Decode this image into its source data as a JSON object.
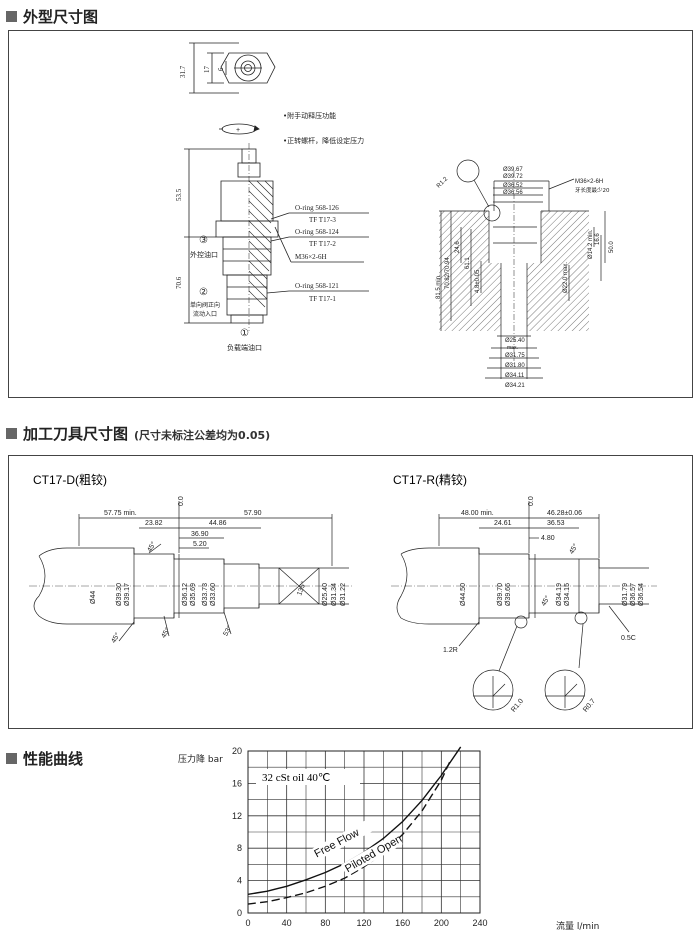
{
  "sections": {
    "s1": {
      "title": "外型尺寸图"
    },
    "s2": {
      "title": "加工刀具尺寸图",
      "note": "(尺寸未标注公差均为0.05)"
    },
    "s3": {
      "title": "性能曲线"
    }
  },
  "valve": {
    "top_dims": {
      "d_31_7": "31.7",
      "d_17": "17",
      "d_6": "6"
    },
    "notes": [
      "•附手动释压功能",
      "•正转螺杆，降低设定压力"
    ],
    "dim_53_5": "53.5",
    "dim_70_6": "70.6",
    "oring": [
      {
        "name": "O-ring 568-126",
        "tf": "TF T17-3"
      },
      {
        "name": "O-ring 568-124",
        "tf": "TF T17-2"
      },
      {
        "name": "O-ring 568-121",
        "tf": "TF T17-1"
      }
    ],
    "thread": "M36×2-6H",
    "ports": [
      {
        "num": "③",
        "label": "外控油口"
      },
      {
        "num": "②",
        "label": "单向阀正向",
        "label2": "流动入口"
      },
      {
        "num": "①",
        "label": "负载端油口"
      }
    ]
  },
  "cavity": {
    "r": "R1.2",
    "dia": [
      "Ø39.67",
      "Ø39.72",
      "Ø36.52",
      "Ø36.56"
    ],
    "thread": "M36×2-6H",
    "thread_note": "牙长度最少20",
    "left": [
      "81.5 min.",
      "70.82/70.94",
      "24.6",
      "61.1",
      "4.8±0.05"
    ],
    "right": [
      "Ø14.2 min.",
      "16.6",
      "50.0",
      "Ø22.0 max."
    ],
    "bottom": [
      {
        "v": "Ø25.40",
        "s": "max."
      },
      {
        "v": "Ø31.75",
        "s": ""
      },
      {
        "v": "Ø31.80",
        "s": ""
      },
      {
        "v": "Ø34.11",
        "s": ""
      },
      {
        "v": "Ø34.21",
        "s": ""
      }
    ]
  },
  "tool_d": {
    "title": "CT17-D(粗铰)",
    "zero": "0.0",
    "top": [
      "57.75 min.",
      "57.90",
      "23.82",
      "44.86",
      "36.90",
      "5.20"
    ],
    "angles": [
      "45°",
      "45°",
      "45°",
      "53°",
      "135°"
    ],
    "dias": [
      "Ø44",
      "Ø39.30",
      "Ø39.17",
      "Ø36.12",
      "Ø35.69",
      "Ø33.73",
      "Ø33.60",
      "Ø25.40",
      "Ø31.34",
      "Ø31.22"
    ]
  },
  "tool_r": {
    "title": "CT17-R(精铰)",
    "zero": "0.0",
    "top": [
      "48.00 min.",
      "46.28±0.06",
      "24.61",
      "36.53",
      "4.80"
    ],
    "angles": [
      "45°",
      "45°"
    ],
    "dias": [
      "Ø44.50",
      "Ø39.70",
      "Ø39.66",
      "Ø34.19",
      "Ø34.15",
      "Ø31.79",
      "Ø36.57",
      "Ø36.54"
    ],
    "radii": [
      "1.2R",
      "0.5C",
      "R1.0",
      "R0.7"
    ]
  },
  "chart_data": {
    "type": "line",
    "ylabel": "压力降 bar",
    "xlabel": "流量 l/min",
    "xlim": [
      0,
      240
    ],
    "ylim": [
      0,
      20
    ],
    "x_ticks": [
      0,
      40,
      80,
      120,
      160,
      200,
      240
    ],
    "y_ticks": [
      0,
      4,
      8,
      12,
      16,
      20
    ],
    "annotation": "32 cSt oil 40℃",
    "grid": true,
    "series": [
      {
        "name": "Free Flow",
        "style": "solid",
        "x": [
          0,
          20,
          40,
          60,
          80,
          100,
          120,
          140,
          160,
          180,
          200,
          220
        ],
        "y": [
          2.3,
          2.7,
          3.3,
          4.1,
          5.0,
          6.1,
          7.5,
          9.2,
          11.3,
          13.9,
          17.0,
          20.5
        ]
      },
      {
        "name": "Piloted Open",
        "style": "dashed",
        "x": [
          0,
          20,
          40,
          60,
          80,
          100,
          120,
          140,
          160,
          180,
          200,
          210
        ],
        "y": [
          1.1,
          1.4,
          1.9,
          2.5,
          3.3,
          4.3,
          5.7,
          7.4,
          9.7,
          12.6,
          16.4,
          19.0
        ]
      }
    ]
  }
}
